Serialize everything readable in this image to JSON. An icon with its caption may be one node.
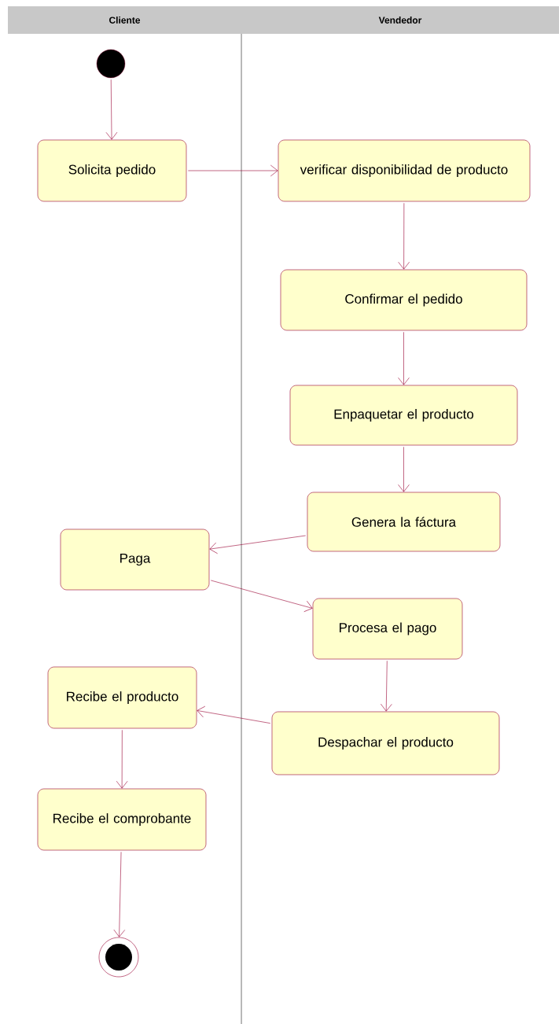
{
  "diagram": {
    "nodes": [
      {
        "text": [
          "Cliente"
        ]
      },
      {
        "text": [
          "Vendedor"
        ]
      },
      {
        "text": [],
        "shape": "circle"
      },
      {
        "text": [
          "Solicita pedido"
        ]
      },
      {
        "text": [
          "verificar disponibilidad de producto"
        ]
      },
      {
        "text": [
          "Confirmar el pedido"
        ]
      },
      {
        "text": [
          "Enpaquetar el producto"
        ]
      },
      {
        "text": [
          "Genera la fáctura"
        ]
      },
      {
        "text": [
          "Paga"
        ]
      },
      {
        "text": [
          "Procesa el pago"
        ]
      },
      {
        "text": [
          "Recibe el producto"
        ]
      },
      {
        "text": [
          "Despachar el producto"
        ]
      },
      {
        "text": [
          "Recibe el comprobante"
        ]
      },
      {
        "text": [],
        "shape": "circle"
      }
    ],
    "edges": [
      {
        "from": 2,
        "to": 3,
        "arrow": "to"
      },
      {
        "from": 3,
        "to": 4,
        "arrow": "to"
      },
      {
        "from": 4,
        "to": 5,
        "arrow": "to"
      },
      {
        "from": 5,
        "to": 6,
        "arrow": "to"
      },
      {
        "from": 6,
        "to": 7,
        "arrow": "to"
      },
      {
        "from": 7,
        "to": 8,
        "arrow": "to"
      },
      {
        "from": 8,
        "to": 9,
        "arrow": "to"
      },
      {
        "from": 9,
        "to": 11,
        "arrow": "to"
      },
      {
        "from": 11,
        "to": 10,
        "arrow": "to"
      },
      {
        "from": 10,
        "to": 12,
        "arrow": "to"
      },
      {
        "from": 12,
        "to": 13,
        "arrow": "to"
      }
    ]
  }
}
